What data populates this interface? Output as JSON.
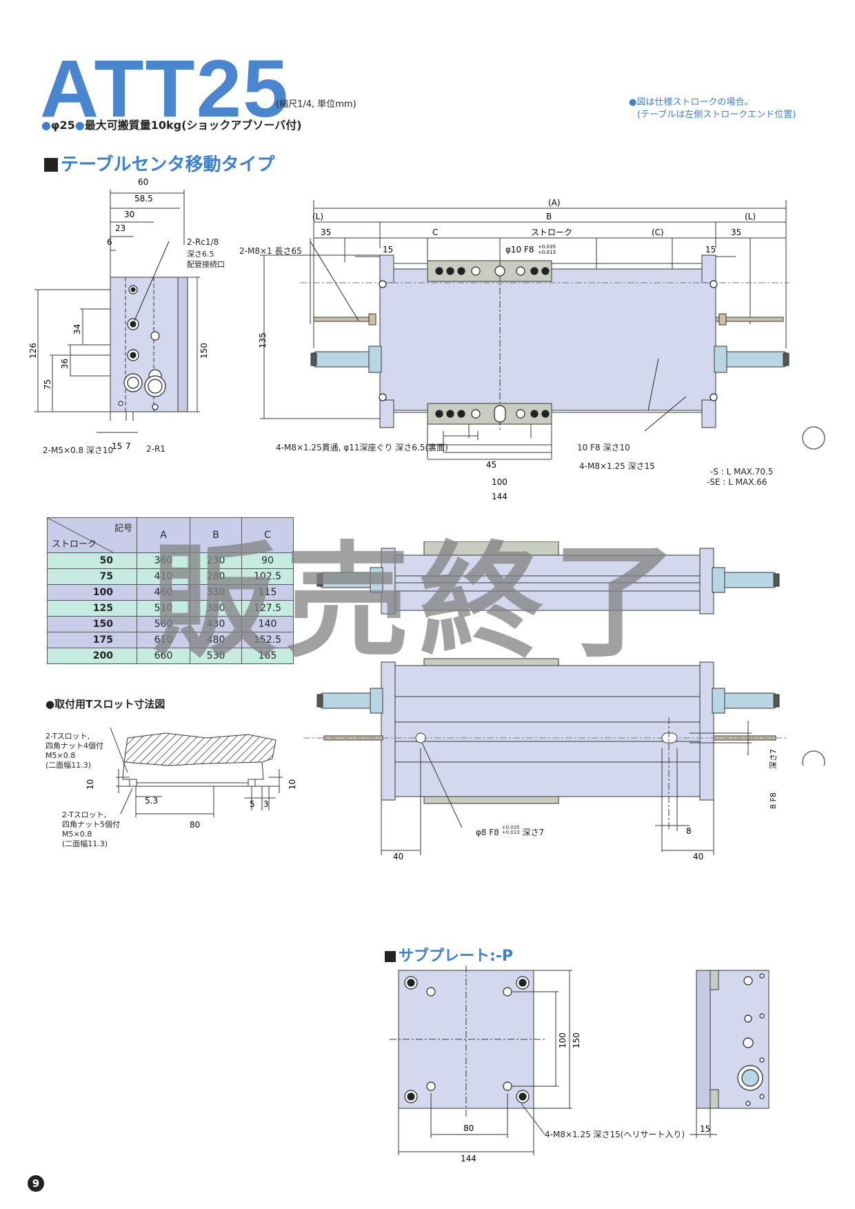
{
  "header": {
    "model": "ATT25",
    "scale_unit": "(縮尺1/4, 単位mm)",
    "sub_bullet1": "●",
    "sub_bore": "φ25",
    "sub_bullet2": "●",
    "sub_text": "最大可搬質量10kg(ショックアブソーバ付)",
    "note_line1": "●図は仕様ストロークの場合。",
    "note_line2": "(テーブルは左側ストロークエンド位置)"
  },
  "section1": {
    "title": "テーブルセンタ移動タイプ"
  },
  "side_view": {
    "dim_60": "60",
    "dim_58_5": "58.5",
    "dim_30": "30",
    "dim_23": "23",
    "dim_6": "6",
    "dim_126": "126",
    "dim_150": "150",
    "dim_34": "34",
    "dim_36": "36",
    "dim_75": "75",
    "dim_15": "15",
    "dim_7": "7",
    "rc_label": "2-Rc1/8",
    "rc_depth": "深さ6.5",
    "rc_port": "配管接続口",
    "m5_label": "2-M5×0.8 深さ10",
    "r1_label": "2-R1"
  },
  "front_view": {
    "dim_A": "(A)",
    "dim_L_left": "(L)",
    "dim_B": "B",
    "dim_L_right": "(L)",
    "dim_35_left": "35",
    "dim_C": "C",
    "dim_stroke": "ストローク",
    "dim_C_paren": "(C)",
    "dim_35_right": "35",
    "dim_15_left": "15",
    "dim_15_right": "15",
    "hole_phi10": "φ10 F8",
    "tol_upper": "+0.035",
    "tol_lower": "+0.013",
    "m8_length": "2-M8×1 長さ65",
    "dim_135": "135",
    "m8_through": "4-M8×1.25貫通, φ11深座ぐり 深さ6.5(裏面)",
    "hole_10f8": "10 F8",
    "depth10": "深さ10",
    "m8_depth15": "4-M8×1.25 深さ15",
    "dim_45": "45",
    "dim_100": "100",
    "dim_144": "144",
    "shock_s": "-S : L  MAX.70.5",
    "shock_se": "-SE : L  MAX.66"
  },
  "table": {
    "head_symbol": "記号",
    "head_stroke": "ストローク",
    "columns": [
      "A",
      "B",
      "C"
    ],
    "rows": [
      {
        "stroke": "50",
        "A": "360",
        "B": "230",
        "C": "90"
      },
      {
        "stroke": "75",
        "A": "410",
        "B": "280",
        "C": "102.5"
      },
      {
        "stroke": "100",
        "A": "460",
        "B": "330",
        "C": "115"
      },
      {
        "stroke": "125",
        "A": "510",
        "B": "380",
        "C": "127.5"
      },
      {
        "stroke": "150",
        "A": "560",
        "B": "430",
        "C": "140"
      },
      {
        "stroke": "175",
        "A": "610",
        "B": "480",
        "C": "152.5"
      },
      {
        "stroke": "200",
        "A": "660",
        "B": "530",
        "C": "165"
      }
    ]
  },
  "watermark": "販売終了",
  "tslot": {
    "title": "●取付用Tスロット寸法図",
    "top_label1": "2-Tスロット,",
    "top_label2": "四角ナット4個付",
    "top_label3": "M5×0.8",
    "top_label4": "(二面幅11.3)",
    "bot_label1": "2-Tスロット,",
    "bot_label2": "四角ナット5個付",
    "bot_label3": "M5×0.8",
    "bot_label4": "(二面幅11.3)",
    "dim_10_left": "10",
    "dim_10_right": "10",
    "dim_5_3": "5.3",
    "dim_80": "80",
    "dim_5": "5",
    "dim_3": "3"
  },
  "bottom_view": {
    "hole_phi8": "φ8 F8",
    "tol_upper": "+0.035",
    "tol_lower": "+0.013",
    "depth7": "深さ7",
    "slot_label": "8 F8",
    "slot_depth": "深さ7",
    "dim_40_left": "40",
    "dim_8": "8",
    "dim_40_right": "40"
  },
  "subplate": {
    "title": "サブプレート:-P",
    "dim_100": "100",
    "dim_150": "150",
    "dim_80": "80",
    "dim_144": "144",
    "dim_15": "15",
    "tap_label": "4-M8×1.25 深さ15(ヘリサート入り)"
  },
  "page_number": "9",
  "colors": {
    "title_blue": "#4a86cf",
    "body_fill": "#d4d8ee",
    "block_fill": "#c9ccc0",
    "rod_fill": "#b9d6e4",
    "table_blue": "#c9cdea",
    "table_green": "#c6ece2"
  }
}
